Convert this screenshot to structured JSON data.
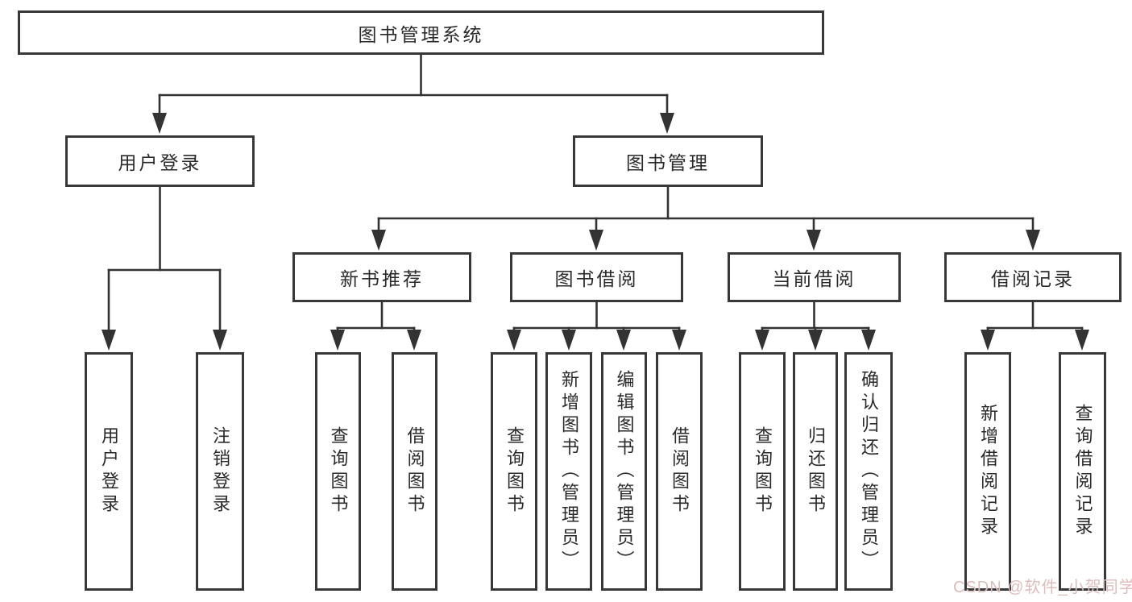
{
  "diagram": {
    "root": "图书管理系统",
    "branches": [
      {
        "label": "用户登录",
        "children": [
          "用户登录",
          "注销登录"
        ]
      },
      {
        "label": "图书管理",
        "groups": [
          {
            "label": "新书推荐",
            "children": [
              "查询图书",
              "借阅图书"
            ]
          },
          {
            "label": "图书借阅",
            "children": [
              "查询图书",
              "新增图书（管理员）",
              "编辑图书（管理员）",
              "借阅图书"
            ]
          },
          {
            "label": "当前借阅",
            "children": [
              "查询图书",
              "归还图书",
              "确认归还（管理员）"
            ]
          },
          {
            "label": "借阅记录",
            "children": [
              "新增借阅记录",
              "查询借阅记录"
            ]
          }
        ]
      }
    ]
  },
  "watermark": {
    "text": "CSDN @软件_小贺同学",
    "color": "#ddbcbc"
  },
  "colors": {
    "line": "#333333",
    "box_border": "#383838",
    "text": "#2a2a2a",
    "background": "#ffffff"
  }
}
